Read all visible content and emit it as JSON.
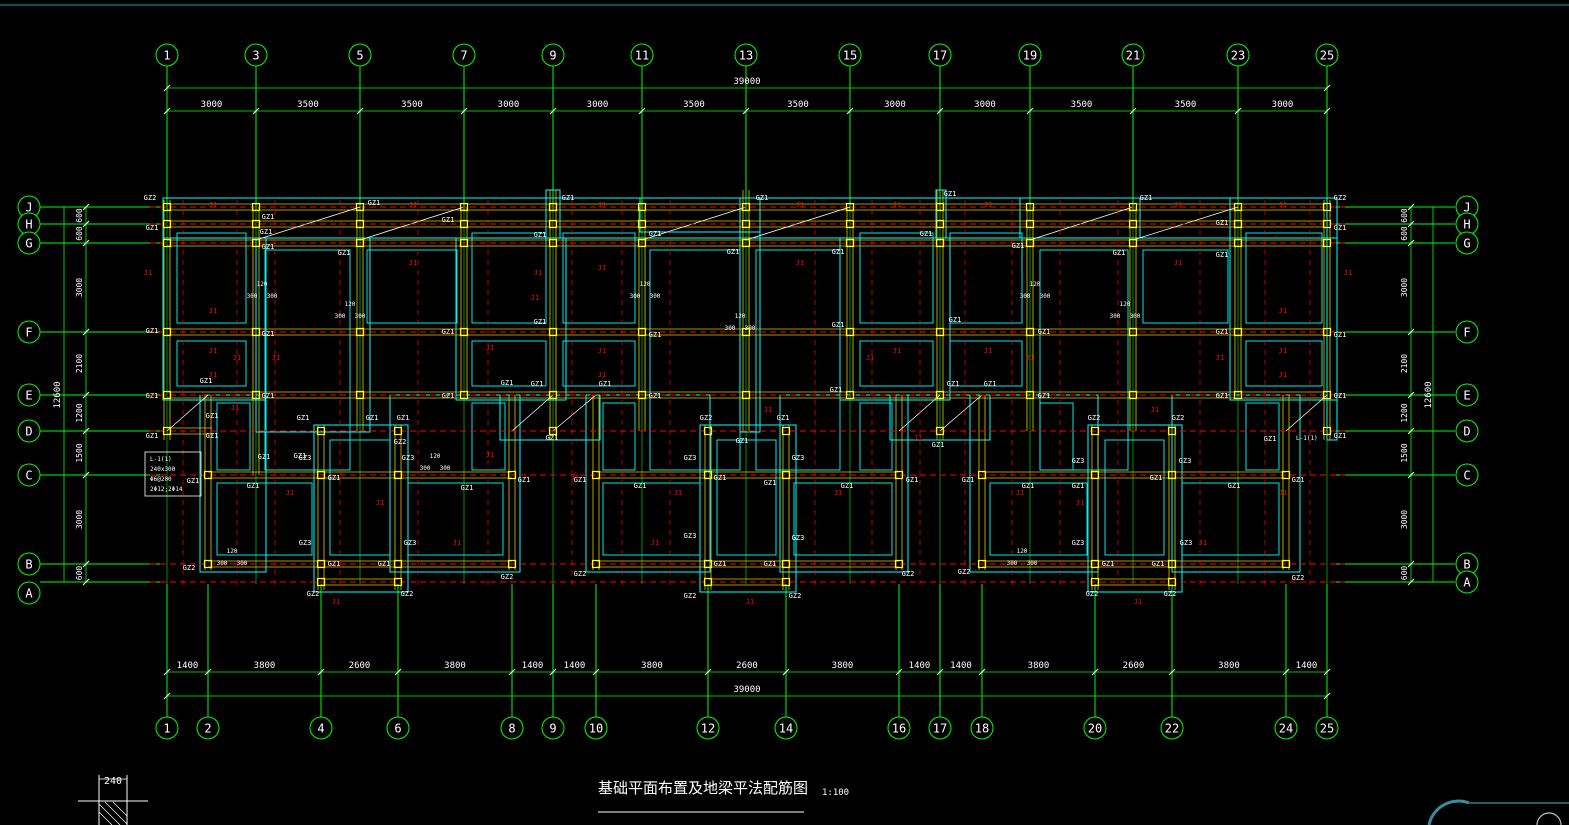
{
  "drawing": {
    "title": "基础平面布置及地梁平法配筋图",
    "scale": "1:100",
    "wall_detail_dim": "240",
    "top_axes": [
      "1",
      "3",
      "5",
      "7",
      "9",
      "11",
      "13",
      "15",
      "17",
      "19",
      "21",
      "23",
      "25"
    ],
    "bottom_axes": [
      "1",
      "2",
      "4",
      "6",
      "8",
      "9",
      "10",
      "12",
      "14",
      "16",
      "17",
      "18",
      "20",
      "22",
      "24",
      "25"
    ],
    "row_axes": [
      "J",
      "H",
      "G",
      "F",
      "E",
      "D",
      "C",
      "B",
      "A"
    ],
    "top_total": "39000",
    "top_spans": [
      "3000",
      "3500",
      "3500",
      "3000",
      "3000",
      "3500",
      "3500",
      "3000",
      "3000",
      "3500",
      "3500",
      "3000"
    ],
    "bottom_total": "39000",
    "bottom_spans": [
      "1400",
      "3800",
      "2600",
      "3800",
      "1400",
      "1400",
      "3800",
      "2600",
      "3800",
      "1400",
      "1400",
      "3800",
      "2600",
      "3800",
      "1400"
    ],
    "side_total": "12600",
    "side_spans": [
      "600",
      "600",
      "3000",
      "2100",
      "1200",
      "1500",
      "3000",
      "600"
    ],
    "column_labels": [
      "GZ1",
      "GZ2",
      "GZ3"
    ],
    "beam_labels": [
      "J1",
      "J1",
      "J1",
      "J1"
    ],
    "note_lines": [
      "L-1(1)",
      "240x300",
      "Φ6@200",
      "2Φ12;2Φ14"
    ],
    "right_note": "L-1(1)",
    "small_dims": [
      "120",
      "120",
      "300",
      "300"
    ]
  },
  "colors": {
    "background": "#000000",
    "axis": "#00ff00",
    "beam": "#00ffff",
    "hidden": "#ff0000",
    "column": "#ffff00",
    "text": "#ffffff",
    "annotation": "#00ff00"
  }
}
